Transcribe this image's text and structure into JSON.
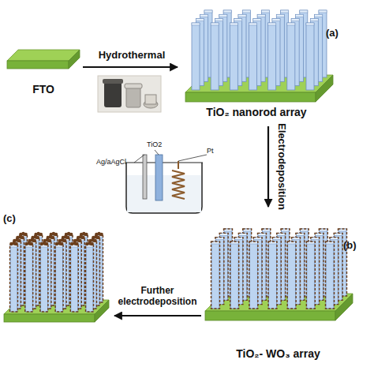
{
  "diagram": {
    "nodes": [
      {
        "text": [
          "FTO"
        ]
      },
      {
        "text": [
          "TiO₂ nanorod array",
          "(a)"
        ]
      },
      {
        "text": [
          "TiO₂- WO₃ array",
          "(b)"
        ]
      },
      {
        "text": [
          "(c)"
        ]
      }
    ],
    "edges": [
      {
        "from": 0,
        "to": 1,
        "label": "Hydrothermal",
        "arrow": "to"
      },
      {
        "from": 1,
        "to": 2,
        "label": "Electrodeposition",
        "arrow": "to"
      },
      {
        "from": 2,
        "to": 3,
        "label": "Further electrodeposition",
        "arrow": "to"
      }
    ],
    "labels": [
      "TiO2",
      "Ag/aAgCl",
      "Pt"
    ]
  }
}
